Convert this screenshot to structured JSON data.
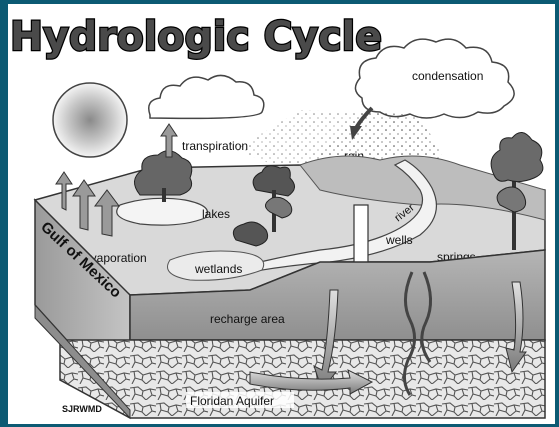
{
  "title": "Hydrologic Cycle",
  "labels": {
    "condensation": "condensation",
    "transpiration": "transpiration",
    "rain": "rain",
    "lakes": "lakes",
    "river": "river",
    "wells": "wells",
    "evaporation": "evaporation",
    "springs": "springs",
    "wetlands": "wetlands",
    "recharge_area": "recharge area",
    "floridan_aquifer": "Floridan Aquifer",
    "gulf_of_mexico": "Gulf of Mexico"
  },
  "credit": "SJRWMD",
  "colors": {
    "frame": "#0c5a73",
    "land": "#d9d9d9",
    "water": "#f0f0f0",
    "soil": "#a9a9a9",
    "aquifer": "#dcdcdc"
  }
}
